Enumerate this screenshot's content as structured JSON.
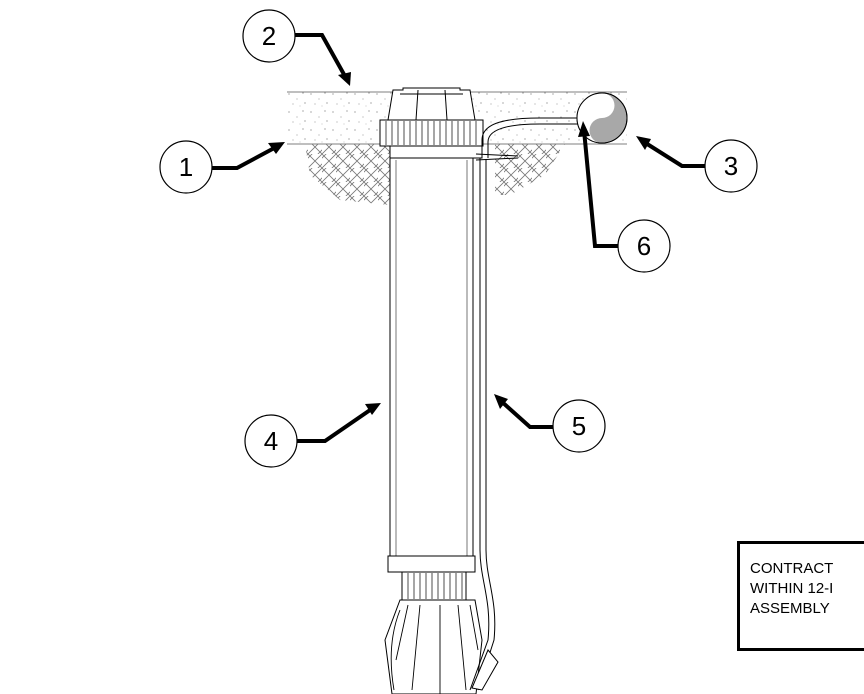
{
  "callouts": [
    {
      "label": "1"
    },
    {
      "label": "2"
    },
    {
      "label": "3"
    },
    {
      "label": "4"
    },
    {
      "label": "5"
    },
    {
      "label": "6"
    }
  ],
  "note": {
    "lines": [
      "CONTRACT",
      "WITHIN 12-I",
      "ASSEMBLY"
    ]
  },
  "colors": {
    "line": "#000000",
    "valve_box_fill": "#a8a8a8",
    "soil_texture": "#808080"
  }
}
